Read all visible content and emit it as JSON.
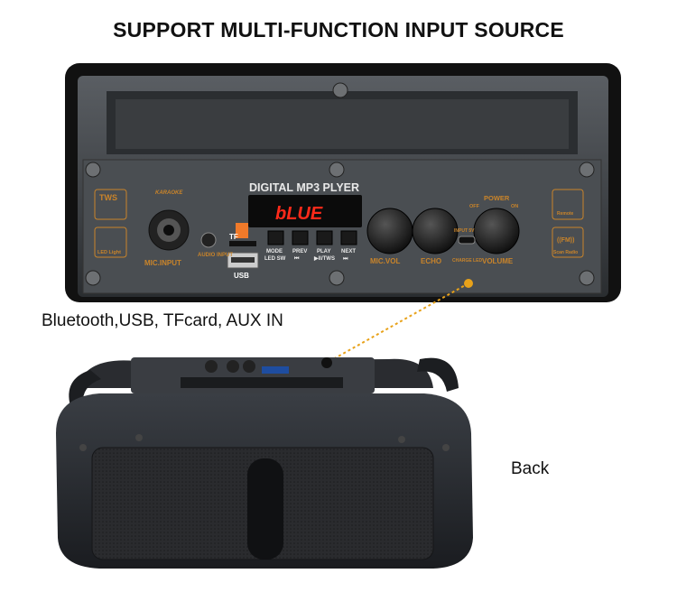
{
  "header": {
    "title": "SUPPORT MULTI-FUNCTION INPUT SOURCE"
  },
  "captions": {
    "sources": "Bluetooth,USB, TFcard, AUX IN",
    "back": "Back"
  },
  "panel": {
    "brand": "DIGITAL MP3 PLYER",
    "display": "bLUE",
    "karaoke": "KARAOKE",
    "tws": "TWS",
    "led_light": "LED Light",
    "mic_input": "MIC.INPUT",
    "audio_input": "AUDIO INPUT",
    "tf": "TF",
    "usb": "USB",
    "buttons": [
      "MODE",
      "PREV",
      "PLAY",
      "NEXT"
    ],
    "button_subs": [
      "LED SW",
      "⏮",
      "▶II/TWS",
      "⏭"
    ],
    "mic_vol": "MIC.VOL",
    "echo": "ECHO",
    "input_5v": "INPUT 5V",
    "charge_led": "CHARGE LED",
    "power": "POWER",
    "off": "OFF",
    "on": "ON",
    "volume": "VOLUME",
    "remote": "Remote",
    "fm": "((FM))",
    "scan_radio": "Scan Radio"
  },
  "colors": {
    "panel_text": "#c9842a",
    "display_red": "#ff2a1a",
    "pointer": "#e8a21a"
  }
}
